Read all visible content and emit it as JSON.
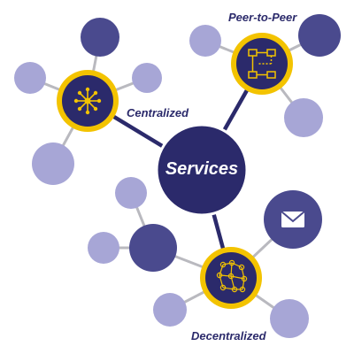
{
  "center": {
    "label": "Services"
  },
  "hubs": [
    {
      "id": "centralized",
      "label": "Centralized",
      "icon": "centralized-star-icon"
    },
    {
      "id": "peer-to-peer",
      "label": "Peer-to-Peer",
      "icon": "peer-to-peer-network-icon"
    },
    {
      "id": "decentralized",
      "label": "Decentralized",
      "icon": "decentralized-mesh-icon"
    }
  ],
  "satellites": {
    "mail": {
      "icon": "envelope-icon"
    }
  },
  "colors": {
    "navy": "#2b2a6b",
    "indigo": "#4a4a8e",
    "lavender": "#a7a6d6",
    "gold": "#f3c300",
    "line": "#2b2a6b",
    "thin_line": "#b9b9bf"
  }
}
